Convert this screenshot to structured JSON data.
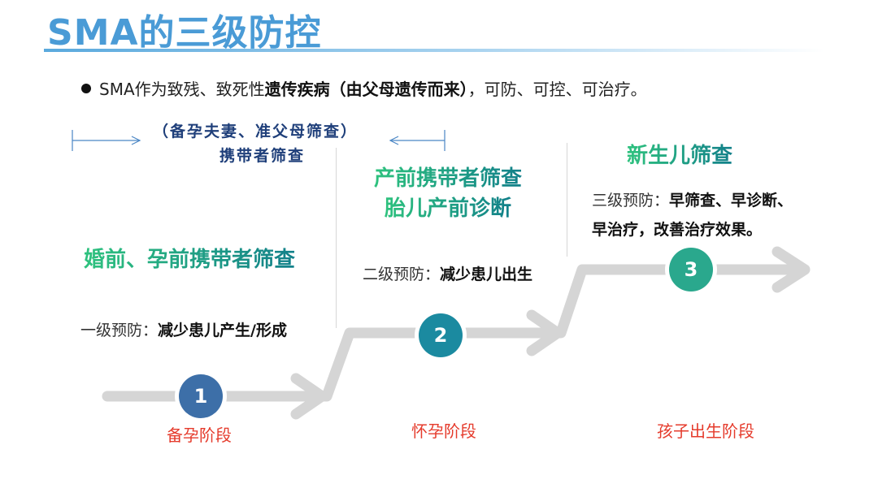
{
  "title": "SMA的三级防控",
  "intro": {
    "prefix": "SMA作为致残、致死性",
    "bold": "遗传疾病（由父母遗传而来）",
    "suffix": "，可防、可控、可治疗。"
  },
  "range_note": {
    "line1": "（备孕夫妻、准父母筛查）",
    "line2": "携带者筛查"
  },
  "sections": [
    {
      "title_lines": [
        "婚前、孕前携带者筛查"
      ],
      "desc_prefix": "一级预防：",
      "desc_bold_lines": [
        "减少患儿产生/形成"
      ],
      "step": "1",
      "stage": "备孕阶段"
    },
    {
      "title_lines": [
        "产前携带者筛查",
        "胎儿产前诊断"
      ],
      "desc_prefix": "二级预防：",
      "desc_bold_lines": [
        "减少患儿出生"
      ],
      "step": "2",
      "stage": "怀孕阶段"
    },
    {
      "title_lines": [
        "新生儿筛查"
      ],
      "desc_prefix": "三级预防：",
      "desc_bold_lines": [
        "早筛查、早诊断、",
        "早治疗，改善治疗效果。"
      ],
      "step": "3",
      "stage": "孩子出生阶段"
    }
  ],
  "colors": {
    "step1": "#3d6fa8",
    "step2": "#1b8aa0",
    "step3": "#2aa88d",
    "stage_label": "#e53b2c",
    "arrow": "#d5d5d5"
  }
}
